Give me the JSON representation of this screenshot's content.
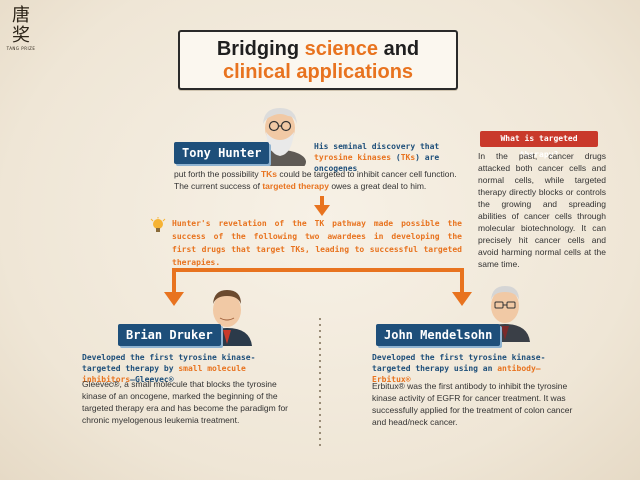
{
  "logo": {
    "chinese": "唐奖",
    "english": "TANG PRIZE"
  },
  "title": {
    "line1_prefix": "Bridging ",
    "line1_accent": "science",
    "line1_suffix": " and",
    "line2": "clinical applications"
  },
  "hunter": {
    "name": "Tony Hunter",
    "lead_1": "His seminal discovery that ",
    "lead_accent_1": "tyrosine kinases",
    "lead_2": " (",
    "lead_accent_2": "TKs",
    "lead_3": ") are oncogenes",
    "text_1": "put forth the possibility ",
    "text_accent_1": "TKs",
    "text_2": " could be targeted to inhibit cancer cell function. The current success of ",
    "text_accent_2": "targeted therapy",
    "text_3": " owes a great deal to him."
  },
  "sidebox": {
    "heading": "What is targeted therapy?",
    "body": "In the past, cancer drugs attacked both cancer cells and normal cells, while targeted therapy directly blocks or controls the growing and spreading abilities of cancer cells through molecular biotechnology. It can precisely hit cancer cells and avoid harming normal cells at the same time."
  },
  "revelation": "Hunter's revelation of the TK pathway made possible the success of the following two awardees in developing the first drugs that target TKs, leading to successful targeted therapies.",
  "druker": {
    "name": "Brian Druker",
    "lead_1": "Developed the first tyrosine kinase-targeted therapy by ",
    "lead_accent": "small molecule inhibitors",
    "lead_2": "—Gleevec®",
    "text": "Gleevec®, a small molecule that blocks the tyrosine kinase of an oncogene, marked the beginning of the targeted therapy era and has become the paradigm for chronic myelogenous leukemia treatment."
  },
  "mendelsohn": {
    "name": "John Mendelsohn",
    "lead_1": "Developed the first tyrosine kinase-targeted therapy using an ",
    "lead_accent": "antibody—Erbitux®",
    "text": "Erbitux® was the first antibody to inhibit the tyrosine kinase activity of EGFR for cancer treatment. It was successfully applied for the treatment of colon cancer and head/neck cancer."
  },
  "colors": {
    "orange": "#e8731f",
    "navy": "#1e4f7a",
    "red": "#c9392b"
  }
}
